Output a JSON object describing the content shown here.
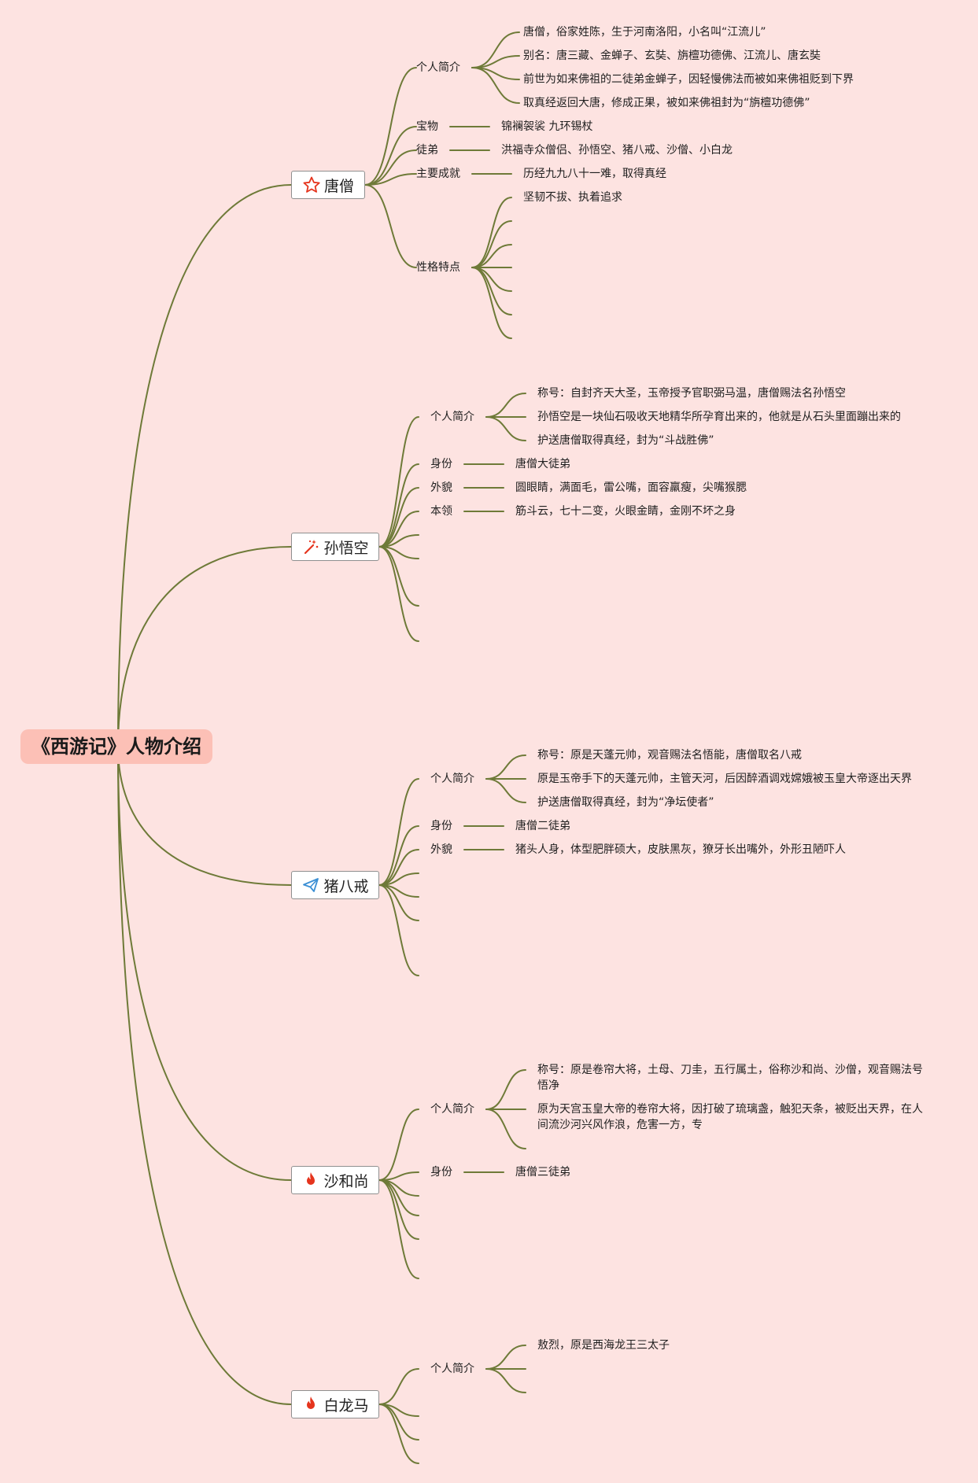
{
  "root": {
    "title": "《西游记》人物介绍"
  },
  "branches": [
    {
      "name": "唐僧",
      "icon": "star-icon",
      "subs": [
        {
          "label": "个人简介",
          "items": [
            "唐僧，俗家姓陈，生于河南洛阳，小名叫“江流儿”",
            "别名：唐三藏、金蝉子、玄奘、旃檀功德佛、江流儿、唐玄奘",
            "前世为如来佛祖的二徒弟金蝉子，因轻慢佛法而被如来佛祖贬到下界",
            "取真经返回大唐，修成正果，被如来佛祖封为“旃檀功德佛”"
          ]
        },
        {
          "label": "宝物",
          "items": [
            "锦襕袈裟 九环锡杖"
          ]
        },
        {
          "label": "徒弟",
          "items": [
            "洪福寺众僧侣、孙悟空、猪八戒、沙僧、小白龙"
          ]
        },
        {
          "label": "主要成就",
          "items": [
            "历经九九八十一难，取得真经"
          ]
        },
        {
          "label": "性格特点",
          "items": [
            "坚韧不拔、执着追求"
          ]
        }
      ]
    },
    {
      "name": "孙悟空",
      "icon": "magic-wand-icon",
      "subs": [
        {
          "label": "个人简介",
          "items": [
            "称号：自封齐天大圣，玉帝授予官职弼马温，唐僧赐法名孙悟空",
            "孙悟空是一块仙石吸收天地精华所孕育出来的，他就是从石头里面蹦出来的",
            "护送唐僧取得真经，封为“斗战胜佛”"
          ]
        },
        {
          "label": "身份",
          "items": [
            "唐僧大徒弟"
          ]
        },
        {
          "label": "外貌",
          "items": [
            "圆眼睛，满面毛，雷公嘴，面容羸瘦，尖嘴猴腮"
          ]
        },
        {
          "label": "本领",
          "items": [
            "筋斗云，七十二变，火眼金睛，金刚不坏之身"
          ]
        }
      ]
    },
    {
      "name": "猪八戒",
      "icon": "paper-plane-icon",
      "subs": [
        {
          "label": "个人简介",
          "items": [
            "称号：原是天蓬元帅，观音赐法名悟能，唐僧取名八戒",
            "原是玉帝手下的天蓬元帅，主管天河，后因醉酒调戏嫦娥被玉皇大帝逐出天界",
            "护送唐僧取得真经，封为“净坛使者”"
          ]
        },
        {
          "label": "身份",
          "items": [
            "唐僧二徒弟"
          ]
        },
        {
          "label": "外貌",
          "items": [
            "猪头人身，体型肥胖硕大，皮肤黑灰，獠牙长出嘴外，外形丑陋吓人"
          ]
        }
      ]
    },
    {
      "name": "沙和尚",
      "icon": "fire-icon",
      "subs": [
        {
          "label": "个人简介",
          "items": [
            "称号：原是卷帘大将，土母、刀圭，五行属土，俗称沙和尚、沙僧，观音赐法号悟净",
            "原为天宫玉皇大帝的卷帘大将，因打破了琉璃盏，触犯天条，被贬出天界，在人间流沙河兴风作浪，危害一方，专"
          ]
        },
        {
          "label": "身份",
          "items": [
            "唐僧三徒弟"
          ]
        }
      ]
    },
    {
      "name": "白龙马",
      "icon": "fire-icon",
      "subs": [
        {
          "label": "个人简介",
          "items": [
            "敖烈，原是西海龙王三太子"
          ]
        }
      ]
    }
  ],
  "colors": {
    "background": "#fde3e1",
    "root_fill": "#fcc0b6",
    "connector": "#6e7a38",
    "icon_red": "#e5341d",
    "icon_blue": "#3b8fd4"
  }
}
